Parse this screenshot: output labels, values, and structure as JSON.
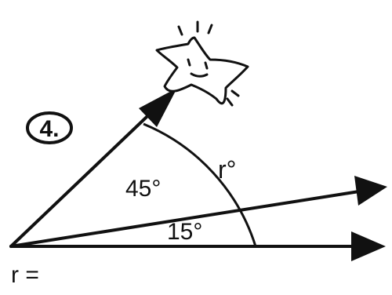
{
  "problem": {
    "number": "4.",
    "answer_prompt": "r ="
  },
  "angles": {
    "top_angle_label": "45°",
    "bottom_angle_label": "15°",
    "combined_angle_label": "r°"
  },
  "decoration": {
    "icon": "smiling-star-icon"
  }
}
